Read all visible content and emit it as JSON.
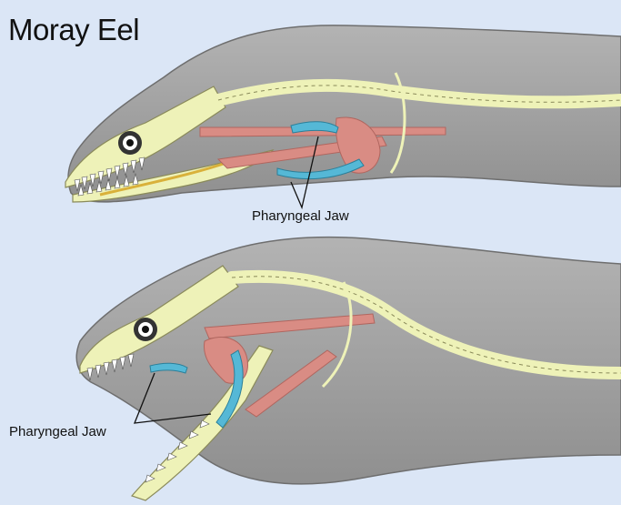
{
  "title": "Moray Eel",
  "callouts": {
    "top": "Pharyngeal Jaw",
    "bottom": "Pharyngeal Jaw"
  },
  "colors": {
    "background": "#dbe6f6",
    "body": "#a9a9a9",
    "body_shadow": "#8e8e8e",
    "bone": "#eef2b8",
    "bone_outline": "#8a8a5a",
    "muscle": "#d98c84",
    "muscle_dark": "#c26f68",
    "pharyngeal": "#55b8d6",
    "tooth": "#ffffff",
    "line": "#111111"
  }
}
